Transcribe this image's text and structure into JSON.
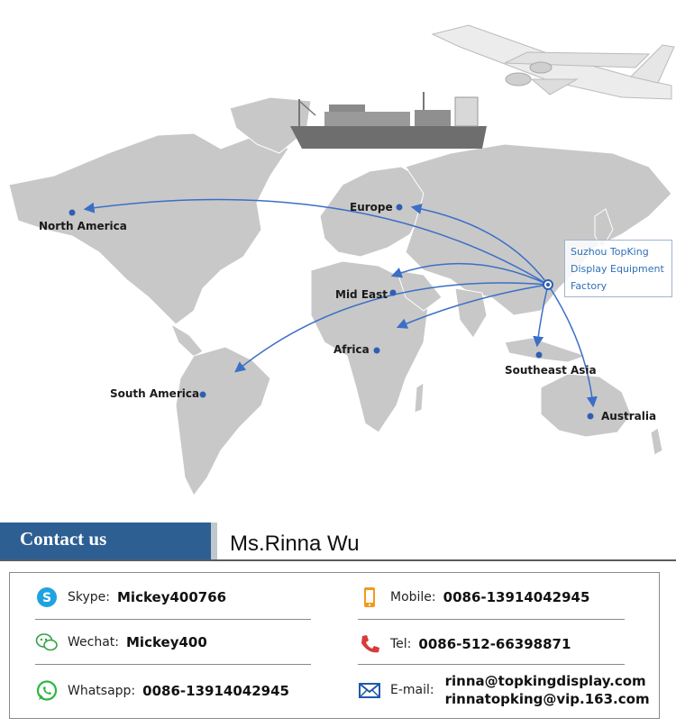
{
  "map": {
    "locations": [
      {
        "id": "north-america",
        "label": "North America"
      },
      {
        "id": "europe",
        "label": "Europe"
      },
      {
        "id": "mid-east",
        "label": "Mid East"
      },
      {
        "id": "africa",
        "label": "Africa"
      },
      {
        "id": "south-america",
        "label": "South America"
      },
      {
        "id": "southeast-asia",
        "label": "Southeast Asia"
      },
      {
        "id": "australia",
        "label": "Australia"
      }
    ],
    "factory": {
      "lines": [
        "Suzhou TopKing",
        "Display Equipment",
        "Factory"
      ]
    },
    "colors": {
      "land": "#c8c8c8",
      "route": "#3b6fc6",
      "dot": "#2f5fb3",
      "factory_text": "#2f6fb6"
    }
  },
  "contact": {
    "title": "Contact us",
    "name": "Ms.Rinna Wu",
    "colors": {
      "banner": "#2d5f93"
    },
    "skype": {
      "label": "Skype:",
      "value": "Mickey400766",
      "icon": "skype-icon"
    },
    "wechat": {
      "label": "Wechat:",
      "value": "Mickey400",
      "icon": "wechat-icon"
    },
    "whatsapp": {
      "label": "Whatsapp:",
      "value": "0086-13914042945",
      "icon": "whatsapp-icon"
    },
    "mobile": {
      "label": "Mobile:",
      "value": "0086-13914042945",
      "icon": "mobile-icon"
    },
    "tel": {
      "label": "Tel:",
      "value": "0086-512-66398871",
      "icon": "phone-icon"
    },
    "email": {
      "label": "E-mail:",
      "values": [
        "rinna@topkingdisplay.com",
        "rinnatopking@vip.163.com"
      ],
      "icon": "mail-icon"
    }
  }
}
